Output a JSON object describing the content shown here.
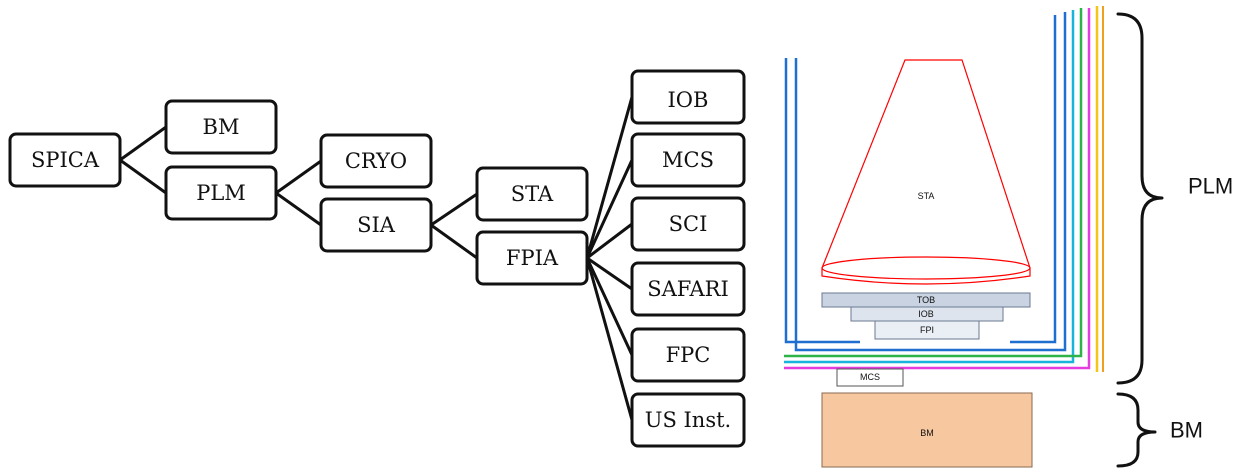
{
  "tree": {
    "nodes": {
      "spica": "SPICA",
      "bm": "BM",
      "plm": "PLM",
      "cryo": "CRYO",
      "sia": "SIA",
      "sta": "STA",
      "fpia": "FPIA",
      "iob": "IOB",
      "mcs": "MCS",
      "sci": "SCI",
      "safari": "SAFARI",
      "fpc": "FPC",
      "us_inst": "US Inst."
    },
    "edges": [
      [
        "spica",
        "bm"
      ],
      [
        "spica",
        "plm"
      ],
      [
        "plm",
        "cryo"
      ],
      [
        "plm",
        "sia"
      ],
      [
        "sia",
        "sta"
      ],
      [
        "sia",
        "fpia"
      ],
      [
        "fpia",
        "iob"
      ],
      [
        "fpia",
        "mcs"
      ],
      [
        "fpia",
        "sci"
      ],
      [
        "fpia",
        "safari"
      ],
      [
        "fpia",
        "fpc"
      ],
      [
        "fpia",
        "us_inst"
      ]
    ]
  },
  "schematic": {
    "sta_label": "STA",
    "tob_label": "TOB",
    "iob_label": "IOB",
    "fpi_label": "FPI",
    "mcs_label": "MCS",
    "bm_label": "BM",
    "plm_brace_label": "PLM",
    "bm_brace_label": "BM",
    "colors": {
      "telescope": "#ff0000",
      "shield_blue": "#1f6fd1",
      "shield_cyan": "#19b3dc",
      "shield_green": "#2eb34a",
      "shield_magenta": "#e43ce0",
      "shield_yellow": "#f5c518",
      "tob_fill": "#c9d3e2",
      "iob_fill": "#dde4ee",
      "fpi_fill": "#eaeef5",
      "bm_fill": "#f7c8a0"
    }
  }
}
